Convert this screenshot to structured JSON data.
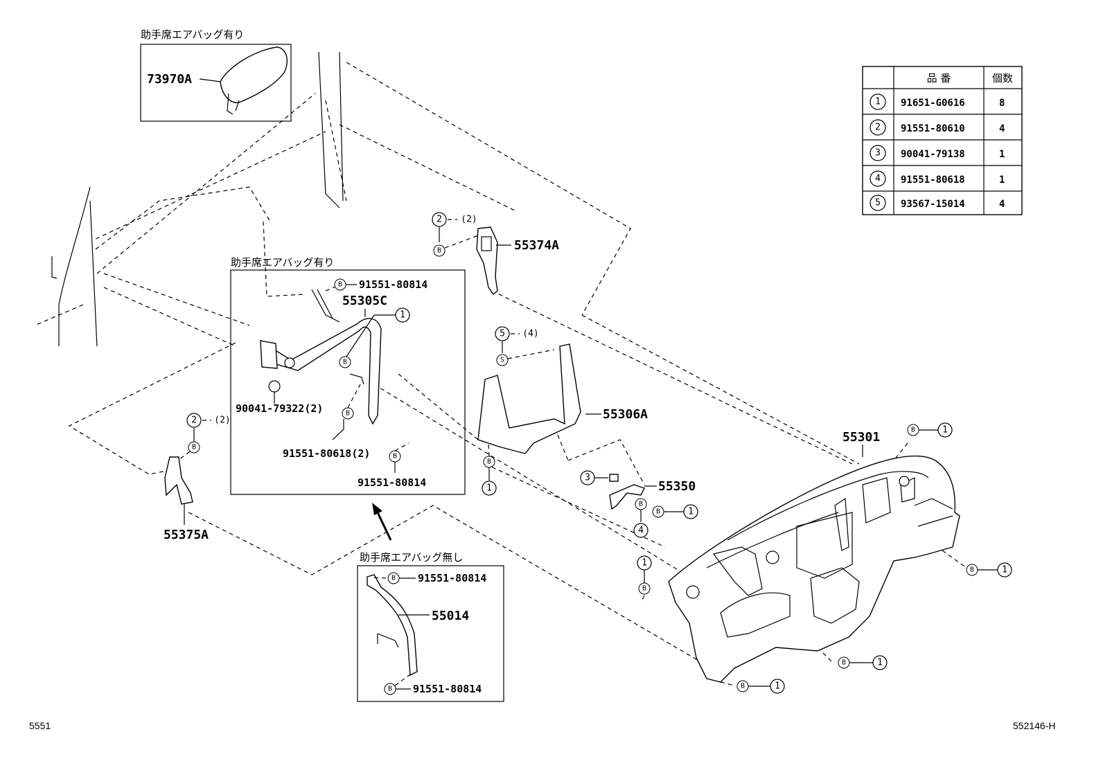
{
  "insets": {
    "airbag_top": "助手席エアバッグ有り",
    "airbag_mid": "助手席エアバッグ有り",
    "no_airbag": "助手席エアバッグ無し"
  },
  "parts": {
    "p73970A": "73970A",
    "p55374A": "55374A",
    "p55305C": "55305C",
    "p55306A": "55306A",
    "p55301": "55301",
    "p55350": "55350",
    "p55375A": "55375A",
    "p55014": "55014"
  },
  "bolts": {
    "b_91551_80814": "91551-80814",
    "b_90041_79322": "90041-79322(2)",
    "b_91551_80618": "91551-80618(2)"
  },
  "qty_notes": {
    "q2": "(2)",
    "q4": "(4)"
  },
  "markers": {
    "m1": "1",
    "m2": "2",
    "m3": "3",
    "m4": "4",
    "m5": "5",
    "mB": "B",
    "mS": "S"
  },
  "table": {
    "headers": [
      "",
      "品 番",
      "個数"
    ],
    "rows": [
      {
        "mark": "1",
        "part": "91651-G0616",
        "qty": "8"
      },
      {
        "mark": "2",
        "part": "91551-80610",
        "qty": "4"
      },
      {
        "mark": "3",
        "part": "90041-79138",
        "qty": "1"
      },
      {
        "mark": "4",
        "part": "91551-80618",
        "qty": "1"
      },
      {
        "mark": "5",
        "part": "93567-15014",
        "qty": "4"
      }
    ]
  },
  "footer": {
    "left": "5551",
    "right": "552146-H"
  }
}
